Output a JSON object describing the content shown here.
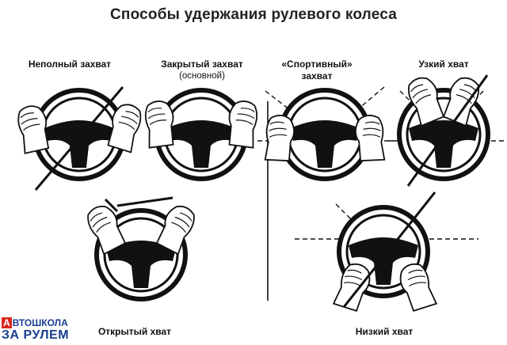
{
  "title": "Способы удержания рулевого колеса",
  "grips": [
    {
      "label": "Неполный захват",
      "crossed": true
    },
    {
      "label": "Закрытый захват",
      "note": "(основной)",
      "crossed": false
    },
    {
      "label": "«Спортивный»",
      "label_line2": "захват",
      "crossed": false
    },
    {
      "label": "Узкий хват",
      "crossed": true
    },
    {
      "label": "Открытый хват",
      "crossed": true
    },
    {
      "label": "Низкий хват",
      "crossed": true
    }
  ],
  "logo": {
    "initial": "А",
    "line1_rest": "ВТОШКОЛА",
    "line2": "ЗА РУЛЕМ",
    "accent_color": "#d9261c",
    "text_color": "#1a3d8f"
  }
}
